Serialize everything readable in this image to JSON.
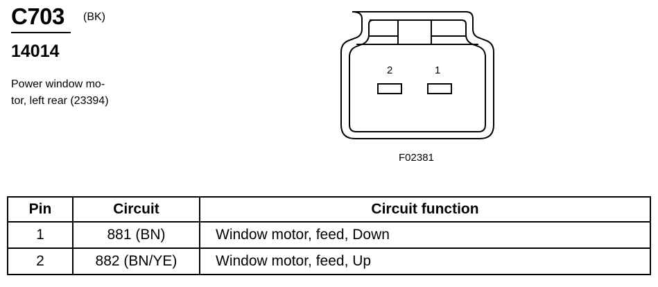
{
  "connector": {
    "id": "C703",
    "color_code": "(BK)",
    "part_number": "14014",
    "description_line1": "Power window mo-",
    "description_line2": "tor, left rear (23394)"
  },
  "diagram": {
    "pin_labels": [
      "2",
      "1"
    ],
    "figure_id": "F02381"
  },
  "table": {
    "headers": [
      "Pin",
      "Circuit",
      "Circuit function"
    ],
    "rows": [
      {
        "pin": "1",
        "circuit": "881 (BN)",
        "function": "Window motor, feed, Down"
      },
      {
        "pin": "2",
        "circuit": "882 (BN/YE)",
        "function": "Window motor, feed, Up"
      }
    ]
  }
}
